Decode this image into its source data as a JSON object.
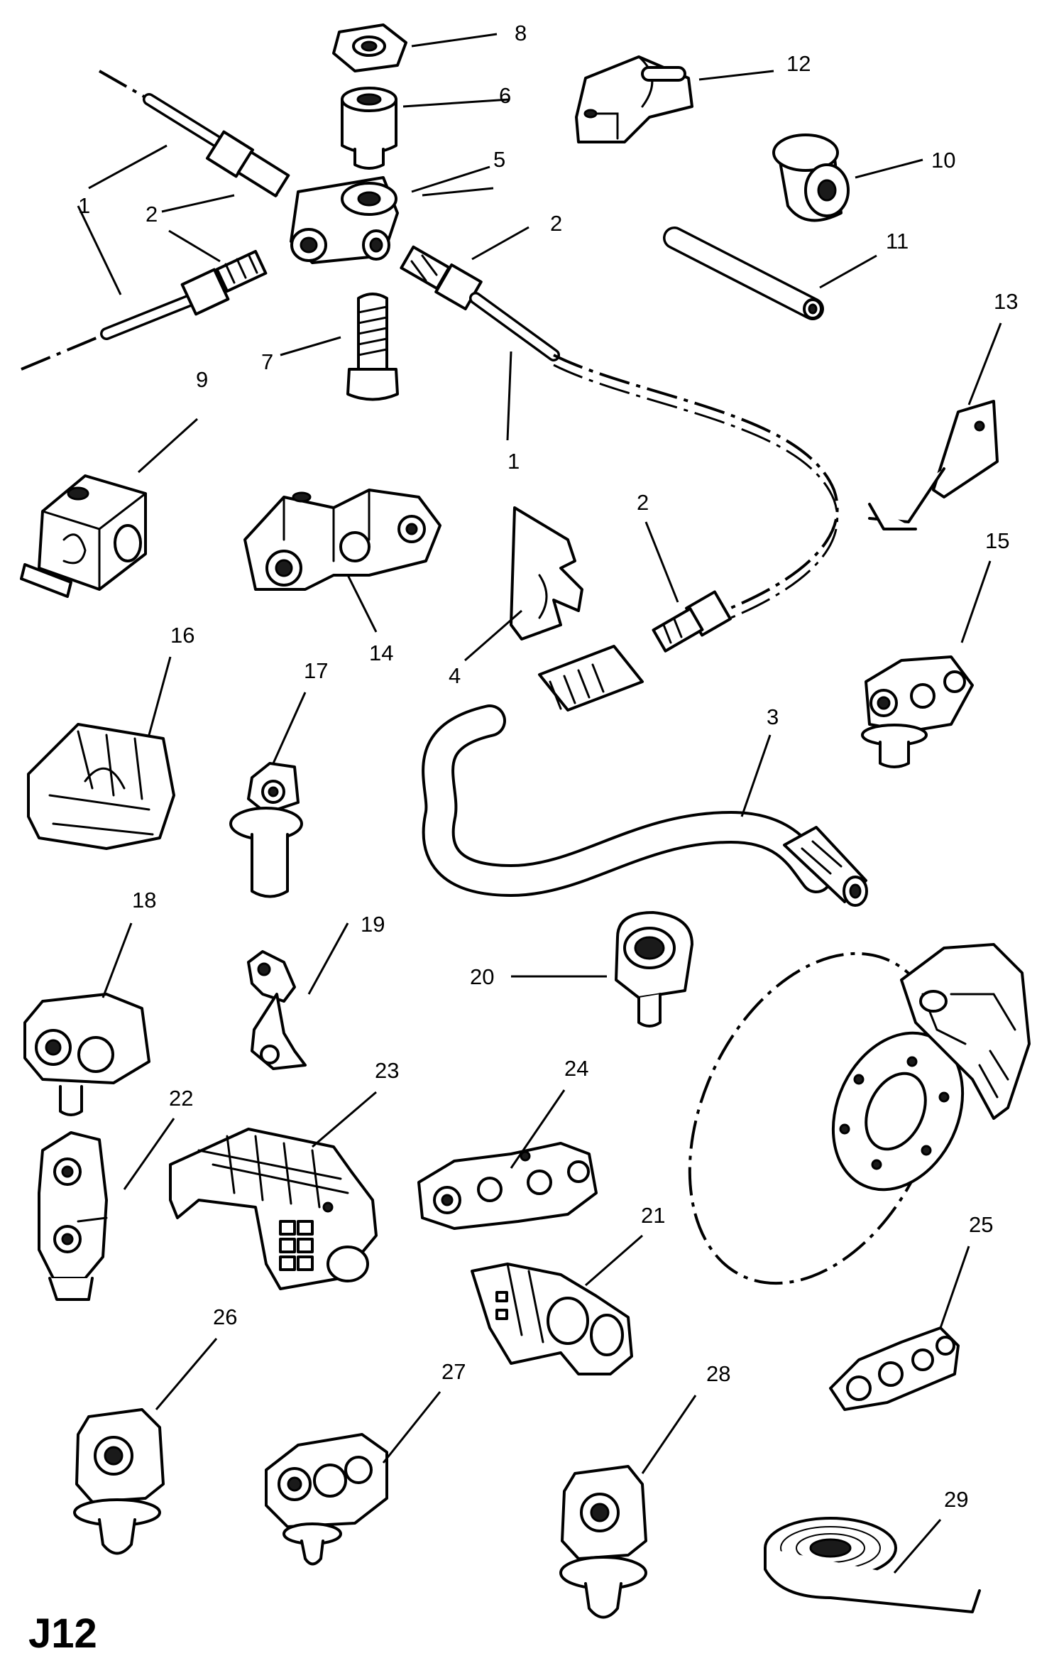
{
  "page_code": "J12",
  "callouts": {
    "c1": "1",
    "c2": "2",
    "c3": "3",
    "c4": "4",
    "c5": "5",
    "c6": "6",
    "c7": "7",
    "c8": "8",
    "c9": "9",
    "c10": "10",
    "c11": "11",
    "c12": "12",
    "c13": "13",
    "c14": "14",
    "c15": "15",
    "c16": "16",
    "c17": "17",
    "c18": "18",
    "c19": "19",
    "c20": "20",
    "c21": "21",
    "c22": "22",
    "c23": "23",
    "c24": "24",
    "c25": "25",
    "c26": "26",
    "c27": "27",
    "c28": "28",
    "c29": "29"
  }
}
